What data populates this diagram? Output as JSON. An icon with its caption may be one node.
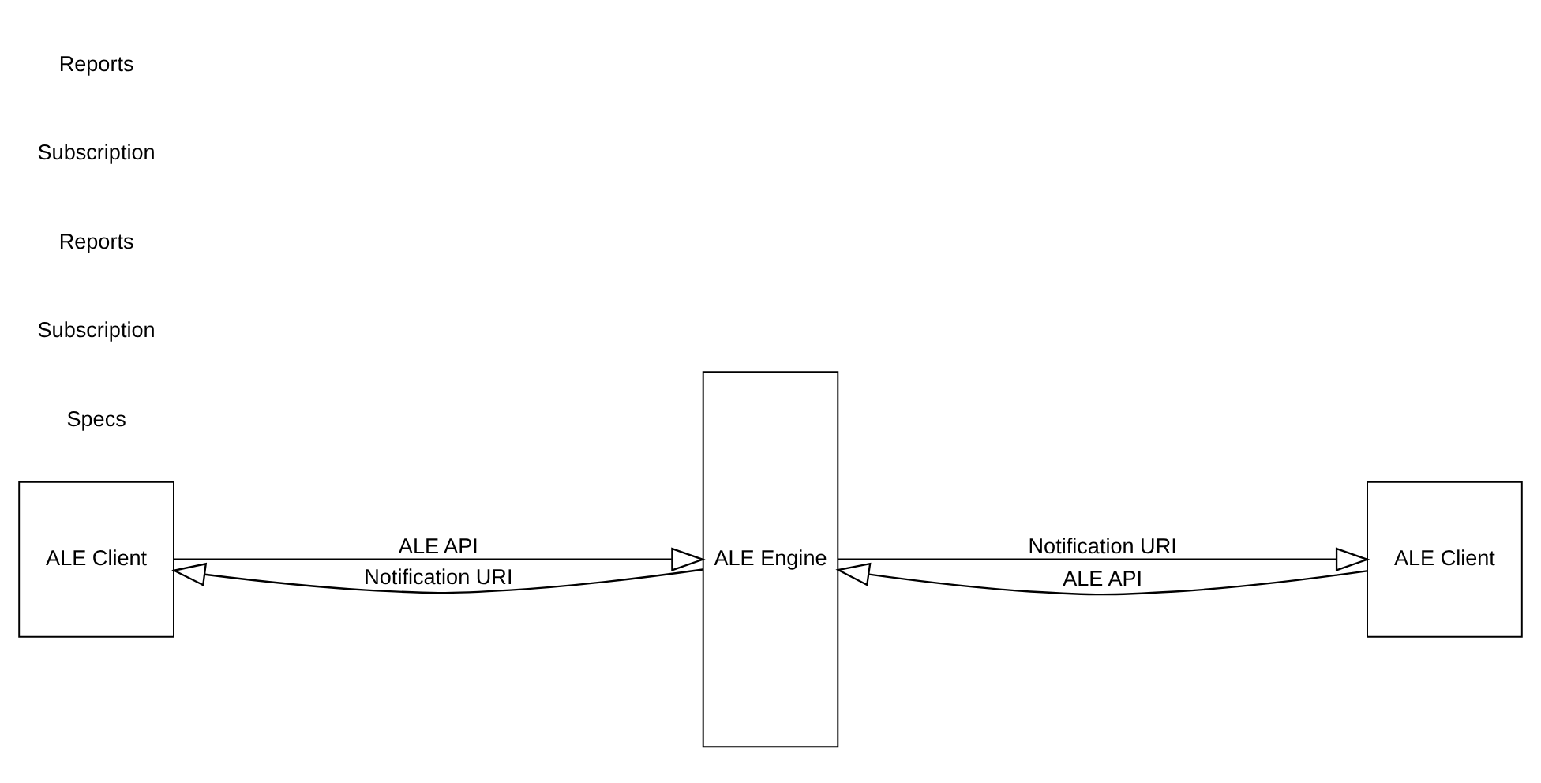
{
  "diagram": {
    "nodes": [
      {
        "text": [
          "ALE Client"
        ]
      },
      {
        "text": [
          "ALE Client"
        ]
      },
      {
        "text": [
          "ALE Engine"
        ]
      }
    ],
    "edges": [
      {
        "from": 0,
        "to": 2,
        "arrow": "to",
        "label": "ALE API"
      },
      {
        "from": 2,
        "to": 0,
        "arrow": "to",
        "label": "Notification URI"
      },
      {
        "from": 1,
        "to": 2,
        "arrow": "to",
        "label": "ALE API"
      },
      {
        "from": 2,
        "to": 1,
        "arrow": "to",
        "label": "Notification URI"
      }
    ],
    "labels": [
      "Specs",
      "Subscription",
      "Reports",
      "Subscription",
      "Reports"
    ]
  }
}
